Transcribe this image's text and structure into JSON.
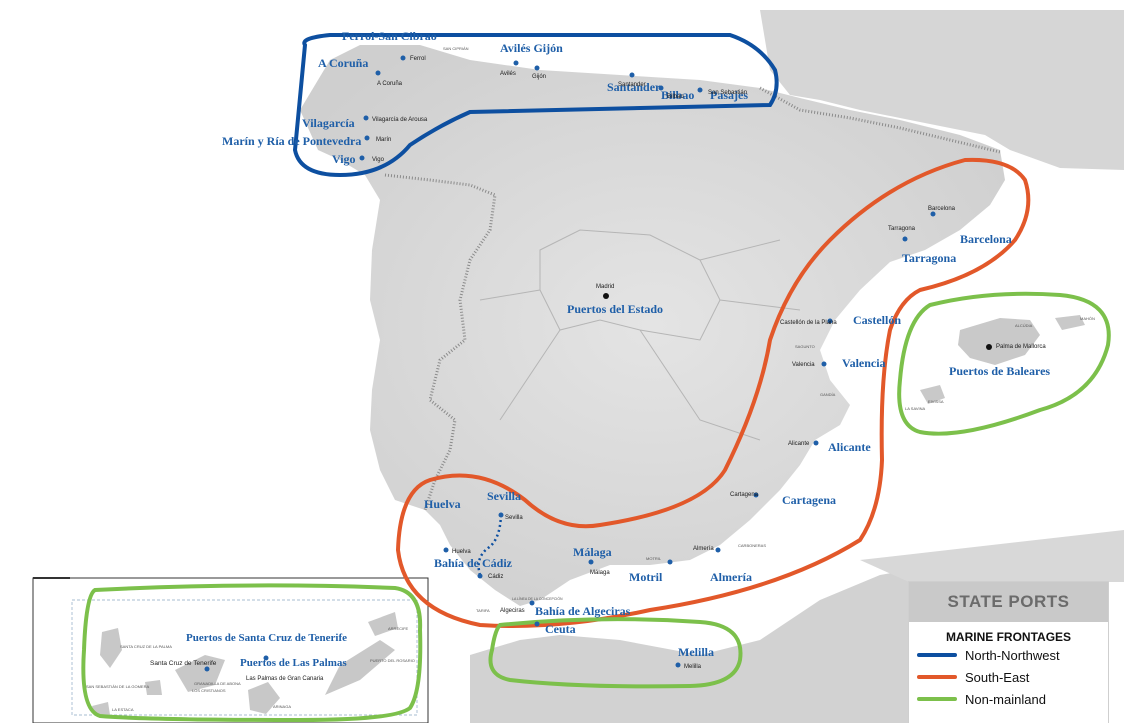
{
  "legend": {
    "title": "STATE PORTS",
    "subtitle": "MARINE FRONTAGES",
    "items": [
      {
        "label": "North-Northwest",
        "color": "#0d4fa0"
      },
      {
        "label": "South-East",
        "color": "#e2582a"
      },
      {
        "label": "Non-mainland",
        "color": "#7cc04b"
      }
    ]
  },
  "ports": {
    "ferrol": "Ferrol-San Cibrao",
    "acoruna": "A Coruña",
    "aviles_gijon": "Avilés Gijón",
    "santander": "Santander",
    "bilbao": "Bilbao",
    "pasajes": "Pasajes",
    "vilagarcia": "Vilagarcía",
    "marin": "Marín y Ría de Pontevedra",
    "vigo": "Vigo",
    "estado": "Puertos del Estado",
    "barcelona": "Barcelona",
    "tarragona": "Tarragona",
    "castellon": "Castellón",
    "valencia": "Valencia",
    "alicante": "Alicante",
    "cartagena": "Cartagena",
    "almeria": "Almería",
    "motril": "Motril",
    "malaga": "Málaga",
    "algeciras": "Bahía de Algeciras",
    "cadiz": "Bahía de Cádiz",
    "huelva": "Huelva",
    "sevilla": "Sevilla",
    "baleares": "Puertos de Baleares",
    "ceuta": "Ceuta",
    "melilla": "Melilla",
    "tenerife": "Puertos de Santa Cruz de Tenerife",
    "laspalmas": "Puertos de Las Palmas"
  },
  "cities": {
    "ferrol": "Ferrol",
    "sancibrao": "SAN CIPRIÁN",
    "acoruna": "A Coruña",
    "aviles": "Avilés",
    "gijon": "Gijón",
    "santander": "Santander",
    "bilbao": "Bilbao",
    "sansebastian": "San Sebastián",
    "vilagarcia": "Vilagarcía de Arousa",
    "marin": "Marín",
    "vigo": "Vigo",
    "madrid": "Madrid",
    "barcelona": "Barcelona",
    "tarragona": "Tarragona",
    "castellon": "Castellón de la Plana",
    "sagunto": "SAGUNTO",
    "valencia": "Valencia",
    "gandia": "GANDÍA",
    "alicante": "Alicante",
    "cartagena": "Cartagena",
    "carboneras": "CARBONERAS",
    "almeria": "Almería",
    "motril": "MOTRIL",
    "malaga": "Málaga",
    "lalinea": "LA LÍNEA DE LA CONCEPCIÓN",
    "tarifa": "TARIFA",
    "algeciras": "Algeciras",
    "cadiz": "Cádiz",
    "huelva": "Huelva",
    "sevilla": "Sevilla",
    "alcudia": "ALCÚDIA",
    "mahon": "MAHÓN",
    "palma": "Palma de Mallorca",
    "ibiza": "EIVISSA",
    "lasavina": "LA SAVINA",
    "melilla": "Melilla",
    "scpalma": "SANTA CRUZ DE LA PALMA",
    "sctenerife": "Santa Cruz de Tenerife",
    "sansebgomera": "SAN SEBASTIÁN DE LA GOMERA",
    "granadilla": "GRANADILLA DE ABONA",
    "loscristianos": "LOS CRISTIANOS",
    "laestaca": "LA ESTACA",
    "lpgc": "Las Palmas de Gran Canaria",
    "arinaga": "ARINAGA",
    "arrecife": "ARRECIFE",
    "puertorosario": "PUERTO DEL ROSARIO"
  },
  "colors": {
    "north_northwest": "#0d4fa0",
    "south_east": "#e2582a",
    "non_mainland": "#7cc04b",
    "port_text": "#1f5fa8",
    "land": "#dcdcdc",
    "sea": "#ffffff"
  }
}
